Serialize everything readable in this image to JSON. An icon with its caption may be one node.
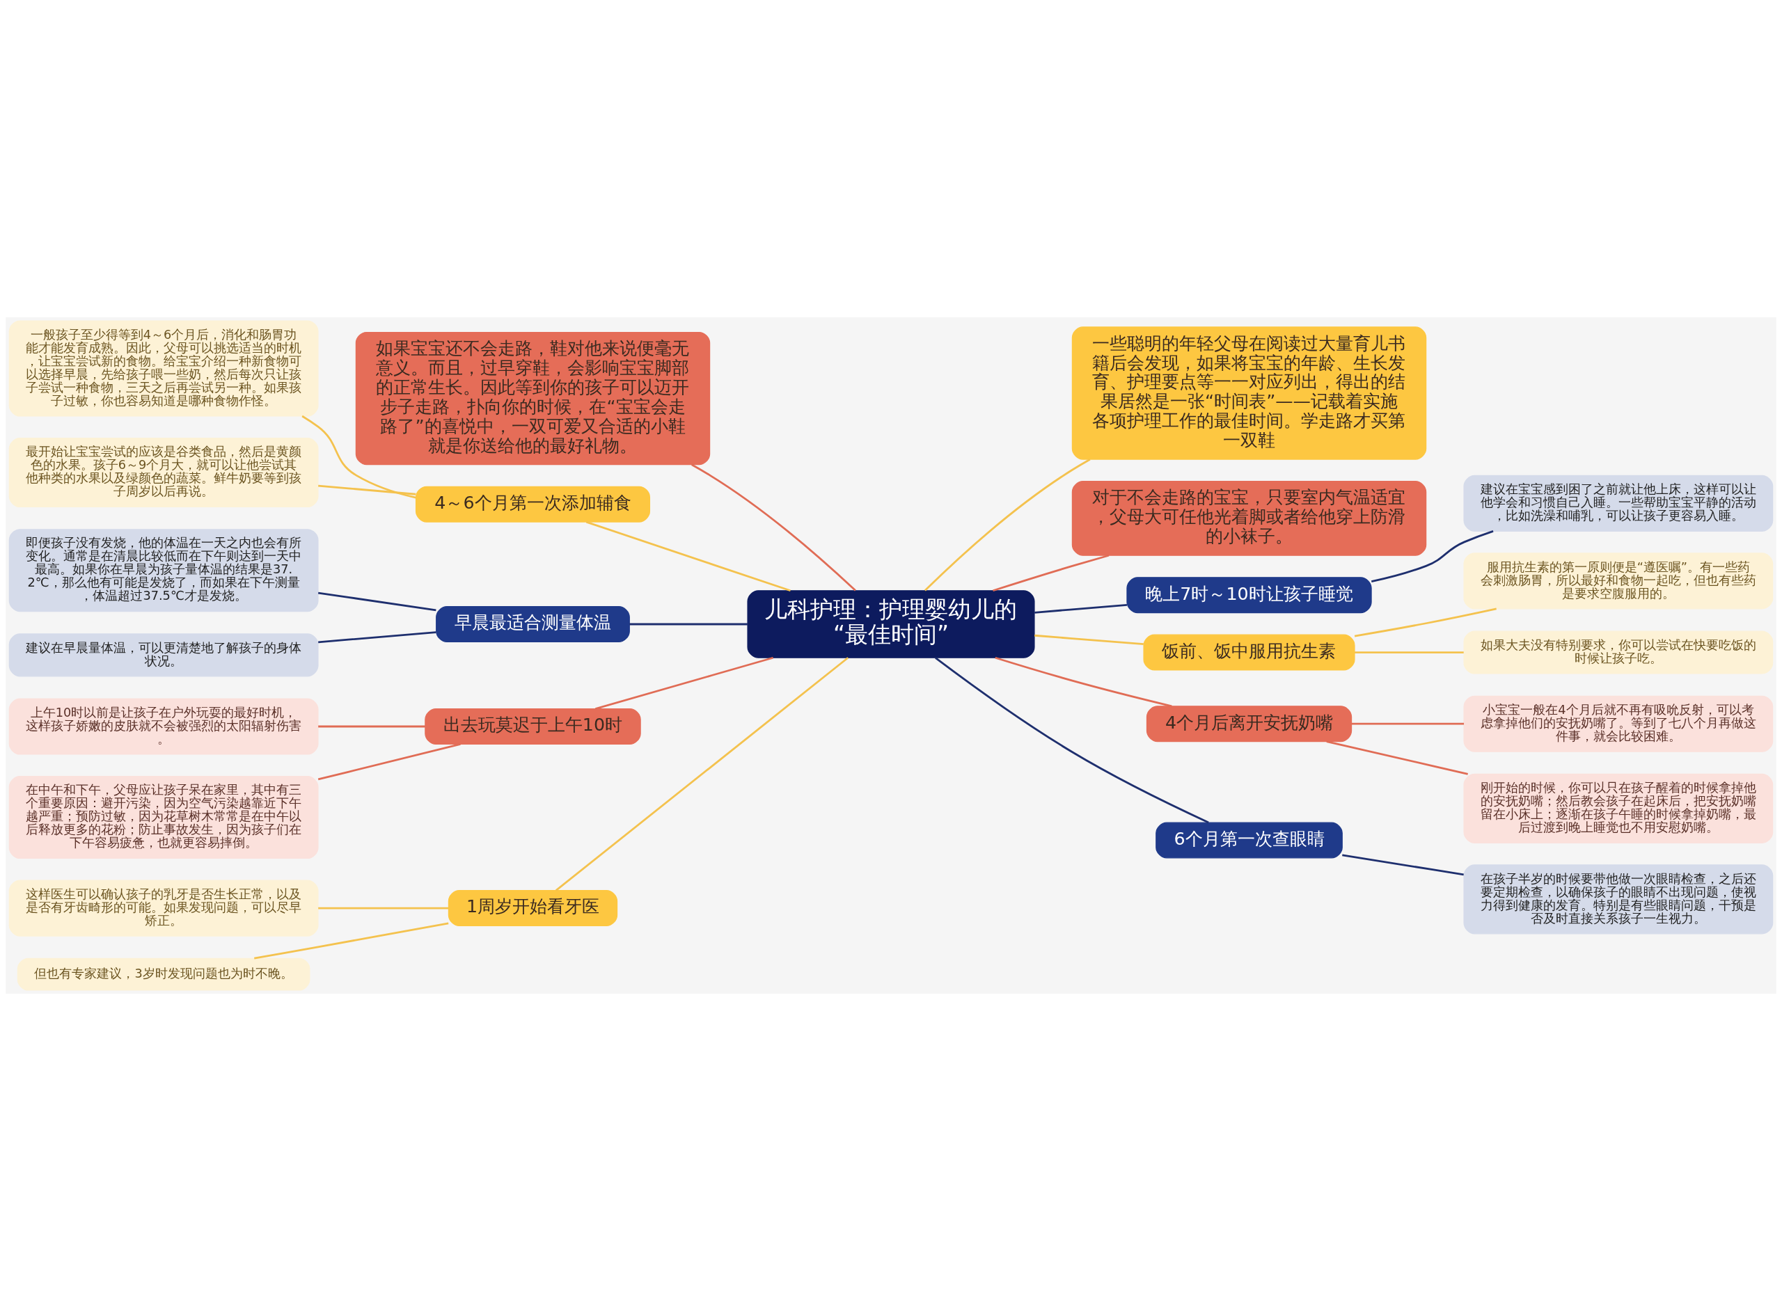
{
  "diagram": {
    "nodes": [
      {
        "text": [
          "儿科护理：护理婴幼儿的“最佳时间”"
        ]
      },
      {
        "text": [
          "如果宝宝还不会走路，鞋对他来说便毫无意义。而且，过早穿鞋，会影响宝宝脚部的正常生长。因此等到你的孩子可以迈开步子走路，扑向你的时候，在“宝宝会走路了”的喜悦中，一双可爱又合适的小鞋就是你送给他的最好礼物。"
        ]
      },
      {
        "text": [
          "4～6个月第一次添加辅食"
        ]
      },
      {
        "text": [
          "一般孩子至少得等到4～6个月后，消化和肠胃功能才能发育成熟。因此，父母可以挑选适当的时机，让宝宝尝试新的食物。给宝宝介绍一种新食物可以选择早晨，先给孩子喂一些奶，然后每次只让孩子尝试一种食物，三天之后再尝试另一种。如果孩子过敏，你也容易知道是哪种食物作怪。"
        ]
      },
      {
        "text": [
          "最开始让宝宝尝试的应该是谷类食品，然后是黄颜色的水果。孩子6～9个月大，就可以让他尝试其他种类的水果以及绿颜色的蔬菜。鲜牛奶要等到孩子周岁以后再说。"
        ]
      },
      {
        "text": [
          "早晨最适合测量体温"
        ]
      },
      {
        "text": [
          "即便孩子没有发烧，他的体温在一天之内也会有所变化。通常是在清晨比较低而在下午则达到一天中最高。如果你在早晨为孩子量体温的结果是37.2℃，那么他有可能是发烧了，而如果在下午测量，体温超过37.5℃才是发烧。"
        ]
      },
      {
        "text": [
          "建议在早晨量体温，可以更清楚地了解孩子的身体状况。"
        ]
      },
      {
        "text": [
          "出去玩莫迟于上午10时"
        ]
      },
      {
        "text": [
          "上午10时以前是让孩子在户外玩耍的最好时机，这样孩子娇嫩的皮肤就不会被强烈的太阳辐射伤害。"
        ]
      },
      {
        "text": [
          "在中午和下午，父母应让孩子呆在家里，其中有三个重要原因：避开污染，因为空气污染越靠近下午越严重；预防过敏，因为花草树木常常是在中午以后释放更多的花粉；防止事故发生，因为孩子们在下午容易疲惫，也就更容易摔倒。"
        ]
      },
      {
        "text": [
          "1周岁开始看牙医"
        ]
      },
      {
        "text": [
          "这样医生可以确认孩子的乳牙是否生长正常，以及是否有牙齿畸形的可能。如果发现问题，可以尽早矫正。"
        ]
      },
      {
        "text": [
          "但也有专家建议，3岁时发现问题也为时不晚。"
        ]
      },
      {
        "text": [
          "一些聪明的年轻父母在阅读过大量育儿书籍后会发现，如果将宝宝的年龄、生长发育、护理要点等一一对应列出，得出的结果居然是一张“时间表”——记载着实施各项护理工作的最佳时间。学走路才买第一双鞋"
        ]
      },
      {
        "text": [
          "对于不会走路的宝宝，只要室内气温适宜，父母大可任他光着脚或者给他穿上防滑的小袜子。"
        ]
      },
      {
        "text": [
          "晚上7时～10时让孩子睡觉"
        ]
      },
      {
        "text": [
          "建议在宝宝感到困了之前就让他上床，这样可以让他学会和习惯自己入睡。一些帮助宝宝平静的活动，比如洗澡和哺乳，可以让孩子更容易入睡。"
        ]
      },
      {
        "text": [
          "饭前、饭中服用抗生素"
        ]
      },
      {
        "text": [
          "服用抗生素的第一原则便是“遵医嘱”。有一些药会刺激肠胃，所以最好和食物一起吃，但也有些药是要求空腹服用的。"
        ]
      },
      {
        "text": [
          "如果大夫没有特别要求，你可以尝试在快要吃饭的时候让孩子吃。"
        ]
      },
      {
        "text": [
          "4个月后离开安抚奶嘴"
        ]
      },
      {
        "text": [
          "小宝宝一般在4个月后就不再有吸吮反射，可以考虑拿掉他们的安抚奶嘴了。等到了七八个月再做这件事，就会比较困难。"
        ]
      },
      {
        "text": [
          "刚开始的时候，你可以只在孩子醒着的时候拿掉他的安抚奶嘴；然后教会孩子在起床后，把安抚奶嘴留在小床上；逐渐在孩子午睡的时候拿掉奶嘴，最后过渡到晚上睡觉也不用安慰奶嘴。"
        ]
      },
      {
        "text": [
          "6个月第一次查眼睛"
        ]
      },
      {
        "text": [
          "在孩子半岁的时候要带他做一次眼睛检查，之后还要定期检查，以确保孩子的眼睛不出现问题，使视力得到健康的发育。特别是有些眼睛问题，干预是否及时直接关系孩子一生视力。"
        ]
      }
    ],
    "edges": [
      {
        "from": 0,
        "to": 1,
        "arrow": "none",
        "color": "#e06c55"
      },
      {
        "from": 0,
        "to": 2,
        "arrow": "none"
      },
      {
        "from": 2,
        "to": 3,
        "arrow": "none"
      },
      {
        "from": 2,
        "to": 4,
        "arrow": "none"
      },
      {
        "from": 0,
        "to": 5,
        "arrow": "none",
        "color": "#1e2f6e"
      },
      {
        "from": 5,
        "to": 6,
        "arrow": "none",
        "color": "#1e2f6e"
      },
      {
        "from": 5,
        "to": 7,
        "arrow": "none",
        "color": "#1e2f6e"
      },
      {
        "from": 0,
        "to": 8,
        "arrow": "none",
        "color": "#e06c55"
      },
      {
        "from": 8,
        "to": 9,
        "arrow": "none",
        "color": "#e06c55"
      },
      {
        "from": 8,
        "to": 10,
        "arrow": "none",
        "color": "#e06c55"
      },
      {
        "from": 0,
        "to": 11,
        "arrow": "none"
      },
      {
        "from": 11,
        "to": 12,
        "arrow": "none"
      },
      {
        "from": 11,
        "to": 13,
        "arrow": "none"
      },
      {
        "from": 0,
        "to": 14,
        "arrow": "none"
      },
      {
        "from": 0,
        "to": 15,
        "arrow": "none",
        "color": "#e06c55"
      },
      {
        "from": 0,
        "to": 16,
        "arrow": "none",
        "color": "#1e2f6e"
      },
      {
        "from": 16,
        "to": 17,
        "arrow": "none",
        "color": "#1e2f6e"
      },
      {
        "from": 0,
        "to": 18,
        "arrow": "none"
      },
      {
        "from": 18,
        "to": 19,
        "arrow": "none"
      },
      {
        "from": 18,
        "to": 20,
        "arrow": "none"
      },
      {
        "from": 0,
        "to": 21,
        "arrow": "none",
        "color": "#e06c55"
      },
      {
        "from": 21,
        "to": 22,
        "arrow": "none",
        "color": "#e06c55"
      },
      {
        "from": 21,
        "to": 23,
        "arrow": "none",
        "color": "#e06c55"
      },
      {
        "from": 0,
        "to": 24,
        "arrow": "none",
        "color": "#1e2f6e"
      },
      {
        "from": 24,
        "to": 25,
        "arrow": "none",
        "color": "#1e2f6e"
      }
    ]
  }
}
